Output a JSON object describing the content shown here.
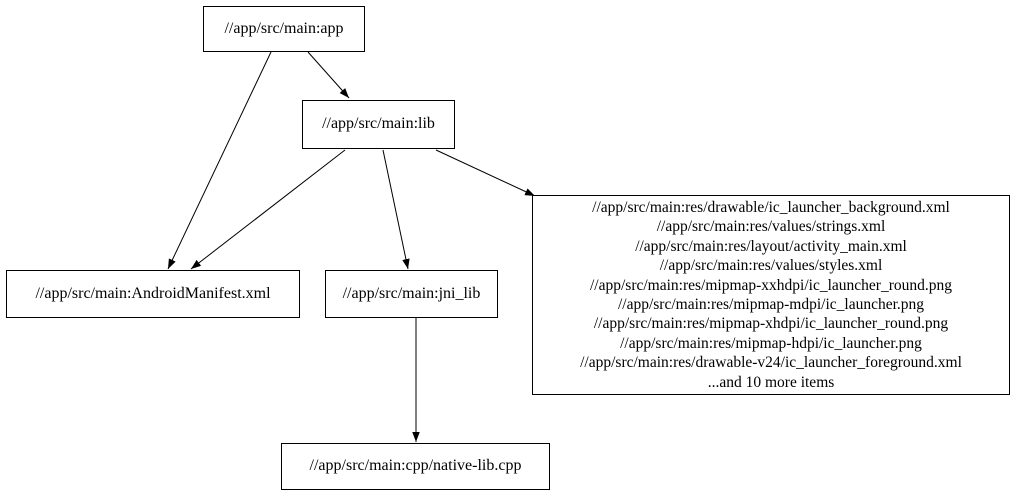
{
  "graph": {
    "colors": {
      "background": "#ffffff",
      "node_fill": "#ffffff",
      "node_border": "#000000",
      "edge": "#000000",
      "text": "#000000"
    },
    "nodes": {
      "app": {
        "label": "//app/src/main:app"
      },
      "lib": {
        "label": "//app/src/main:lib"
      },
      "android_manifest": {
        "label": "//app/src/main:AndroidManifest.xml"
      },
      "jni_lib": {
        "label": "//app/src/main:jni_lib"
      },
      "resources": {
        "lines": [
          "//app/src/main:res/drawable/ic_launcher_background.xml",
          "//app/src/main:res/values/strings.xml",
          "//app/src/main:res/layout/activity_main.xml",
          "//app/src/main:res/values/styles.xml",
          "//app/src/main:res/mipmap-xxhdpi/ic_launcher_round.png",
          "//app/src/main:res/mipmap-mdpi/ic_launcher.png",
          "//app/src/main:res/mipmap-xhdpi/ic_launcher_round.png",
          "//app/src/main:res/mipmap-hdpi/ic_launcher.png",
          "//app/src/main:res/drawable-v24/ic_launcher_foreground.xml",
          "...and 10 more items"
        ]
      },
      "native_lib": {
        "label": "//app/src/main:cpp/native-lib.cpp"
      }
    },
    "edges": [
      {
        "from": "app",
        "to": "lib"
      },
      {
        "from": "app",
        "to": "android_manifest"
      },
      {
        "from": "lib",
        "to": "android_manifest"
      },
      {
        "from": "lib",
        "to": "jni_lib"
      },
      {
        "from": "lib",
        "to": "resources"
      },
      {
        "from": "jni_lib",
        "to": "native_lib"
      }
    ]
  }
}
